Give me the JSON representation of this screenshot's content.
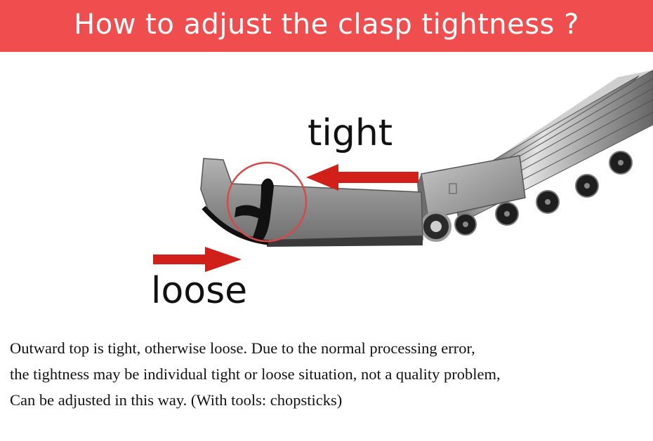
{
  "banner": {
    "title": "How to adjust the clasp tightness ?",
    "color": "#f04e4e"
  },
  "diagram": {
    "label_tight": "tight",
    "label_loose": "loose",
    "arrow_color": "#d1201a",
    "highlight_circle_color": "#d94848",
    "metal_color": "#9a9a9a"
  },
  "caption": {
    "line1": "Outward top is tight, otherwise loose. Due to the normal processing error,",
    "line2": "the tightness may be individual tight or loose situation, not a quality problem,",
    "line3": "Can be adjusted in this way. (With tools: chopsticks)"
  }
}
